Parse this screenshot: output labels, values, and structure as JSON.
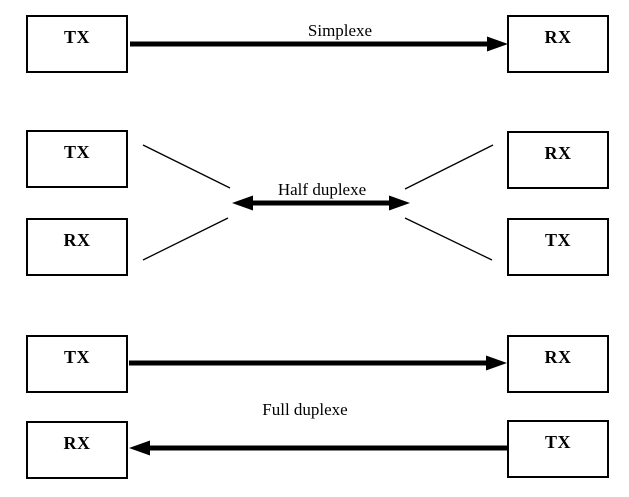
{
  "diagram": {
    "colors": {
      "line": "#000000",
      "background": "#ffffff",
      "box_border": "#000000",
      "text": "#000000"
    },
    "simplexe": {
      "label": "Simplexe",
      "tx": "TX",
      "rx": "RX"
    },
    "half_duplexe": {
      "label": "Half duplexe",
      "top_left": "TX",
      "bottom_left": "RX",
      "top_right": "RX",
      "bottom_right": "TX"
    },
    "full_duplexe": {
      "label": "Full duplexe",
      "row1_left": "TX",
      "row1_right": "RX",
      "row2_left": "RX",
      "row2_right": "TX"
    }
  }
}
